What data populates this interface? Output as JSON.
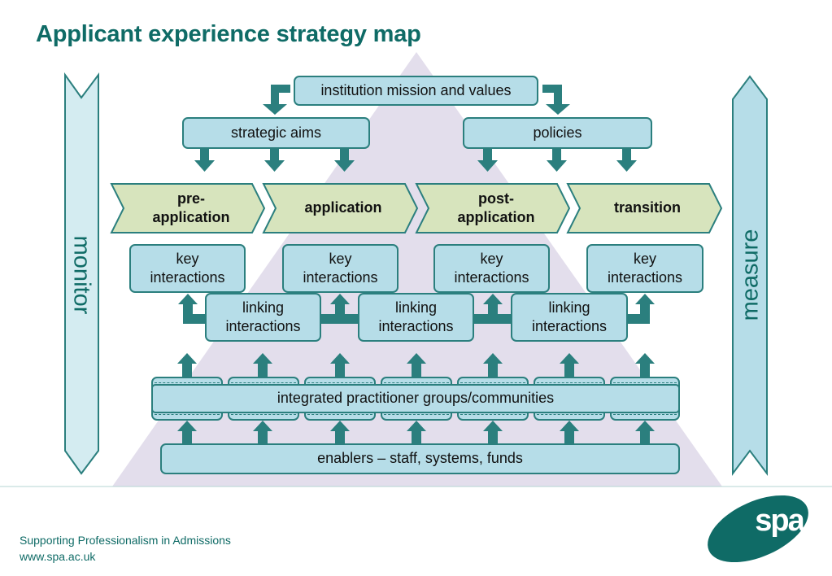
{
  "title": "Applicant experience strategy map",
  "side": {
    "left": "monitor",
    "right": "measure"
  },
  "top": {
    "mission": "institution mission and values",
    "aims": "strategic aims",
    "policies": "policies"
  },
  "stages": [
    {
      "line1": "pre-",
      "line2": "application"
    },
    {
      "line1": "application",
      "line2": ""
    },
    {
      "line1": "post-",
      "line2": "application"
    },
    {
      "line1": "transition",
      "line2": ""
    }
  ],
  "key_interactions": {
    "line1": "key",
    "line2": "interactions"
  },
  "linking_interactions": {
    "line1": "linking",
    "line2": "interactions"
  },
  "practitioner_groups": "integrated practitioner groups/communities",
  "enablers": "enablers – staff, systems, funds",
  "footer": {
    "org": "Supporting Professionalism in Admissions",
    "url": "www.spa.ac.uk",
    "logo": "spa"
  },
  "colors": {
    "teal_dark": "#0f6b66",
    "teal": "#2b7f7e",
    "box_fill": "#b6dde8",
    "stage_fill": "#d7e4bd",
    "pyramid": "#e3deec"
  }
}
